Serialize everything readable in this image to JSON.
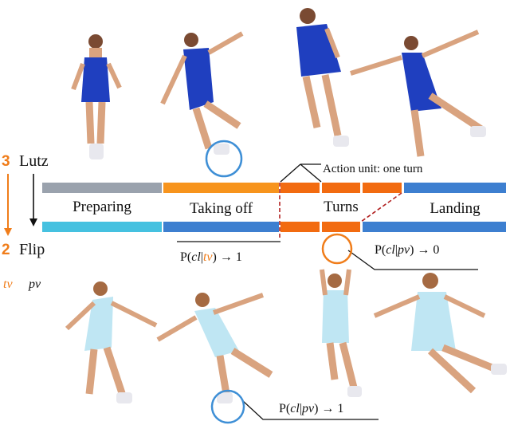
{
  "top_jump": {
    "number": "3",
    "name": "Lutz"
  },
  "bottom_jump": {
    "number": "2",
    "name": "Flip"
  },
  "phases": [
    "Preparing",
    "Taking off",
    "Turns",
    "Landing"
  ],
  "action_unit_label": "Action unit: one turn",
  "probabilities": {
    "takeoff": {
      "prefix": "P(",
      "cl": "cl",
      "bar": "|",
      "var": "tv",
      "suffix": ") → 1"
    },
    "turns": {
      "prefix": "P(",
      "cl": "cl",
      "bar": "|",
      "var": "pv",
      "suffix": ") → 0"
    },
    "landing": {
      "prefix": "P(",
      "cl": "cl",
      "bar": "|",
      "var": "pv",
      "suffix": ") → 1"
    }
  },
  "legend": {
    "tv": "tv",
    "pv": "pv"
  },
  "colors": {
    "gray": "#9aa2ad",
    "orange": "#f7941d",
    "deep_orange": "#f26b10",
    "blue": "#3d7fd0",
    "cyan": "#45c1e0",
    "circle_blue": "#3e8fd6",
    "circle_orange": "#f07d1a",
    "dash_red": "#b22222",
    "skater_top": "#1f3fbf",
    "skater_bottom": "#bfe6f3",
    "skin": "#d9a37f"
  }
}
